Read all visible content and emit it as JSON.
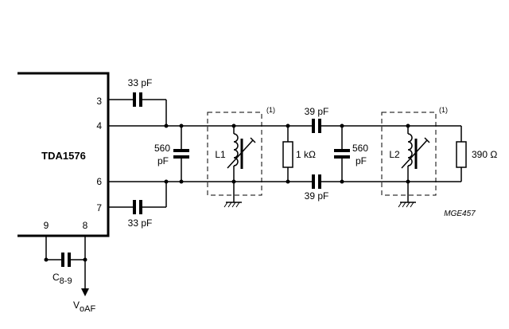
{
  "ic": {
    "name": "TDA1576"
  },
  "pins": {
    "p3": "3",
    "p4": "4",
    "p6": "6",
    "p7": "7",
    "p9": "9",
    "p8": "8"
  },
  "components": {
    "c_top": "33 pF",
    "c_bottom": "33 pF",
    "c_560a_value": "560",
    "c_560a_unit": "pF",
    "c_560b_value": "560",
    "c_560b_unit": "pF",
    "c_39_top": "39 pF",
    "c_39_bottom": "39 pF",
    "r_1k": "1 kΩ",
    "r_390": "390 Ω",
    "l1": "L1",
    "l2": "L2",
    "c89_main": "C",
    "c89_sub": "8-9",
    "v_main": "V",
    "v_sub": "oAF"
  },
  "notes": {
    "note1": "(1)",
    "note2": "(1)",
    "code": "MGE457"
  }
}
